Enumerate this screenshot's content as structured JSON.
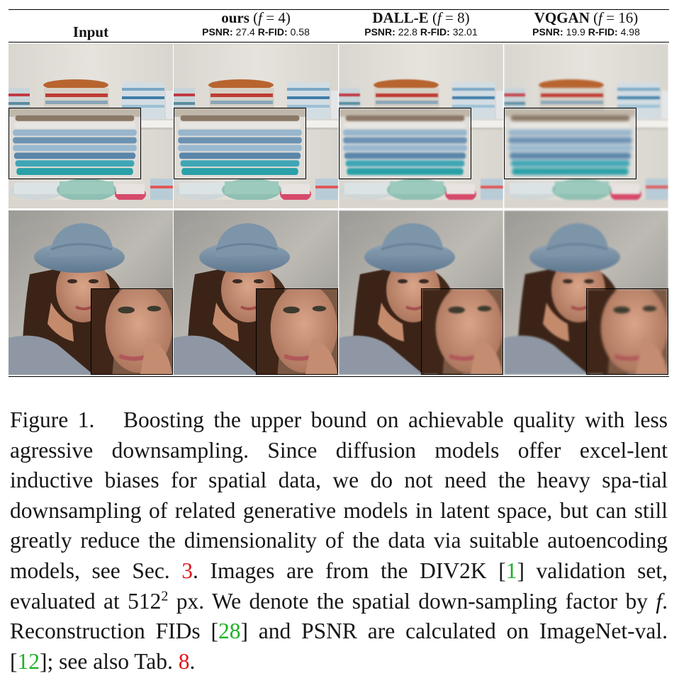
{
  "columns": [
    {
      "key": "input",
      "title": "Input"
    },
    {
      "key": "ours",
      "title": "ours",
      "param_var": "f",
      "param_val": "4",
      "psnr_label": "PSNR:",
      "psnr": "27.4",
      "rfid_label": "R-FID:",
      "rfid": "0.58"
    },
    {
      "key": "dalle",
      "title": "DALL-E",
      "param_var": "f",
      "param_val": "8",
      "psnr_label": "PSNR:",
      "psnr": "22.8",
      "rfid_label": "R-FID:",
      "rfid": "32.01"
    },
    {
      "key": "vqgan",
      "title": "VQGAN",
      "param_var": "f",
      "param_val": "16",
      "psnr_label": "PSNR:",
      "psnr": "19.9",
      "rfid_label": "R-FID:",
      "rfid": "4.98"
    }
  ],
  "caption": {
    "label": "Figure 1.",
    "t1": "Boosting the upper bound on achievable quality with less agressive downsampling. Since diffusion models offer excel-lent inductive biases for spatial data, we do not need the heavy spa-tial downsampling of related generative models in latent space, but can still greatly reduce the dimensionality of the data via suitable autoencoding models, see Sec. ",
    "ref_sec": "3",
    "t2": ". Images are from the DIV2K [",
    "ref_div2k": "1",
    "t3": "] validation set, evaluated at ",
    "res": "512",
    "res_exp": "2",
    "t4": " px. We denote the spatial down-sampling factor by ",
    "f": "f",
    "t5": ". Reconstruction FIDs [",
    "ref_fid": "28",
    "t6": "] and PSNR are calculated on ImageNet-val. [",
    "ref_imagenet": "12",
    "t7": "]; see also Tab. ",
    "ref_tab": "8",
    "t8": "."
  },
  "colors": {
    "link_red": "#e0161b",
    "link_green": "#1fb124"
  }
}
